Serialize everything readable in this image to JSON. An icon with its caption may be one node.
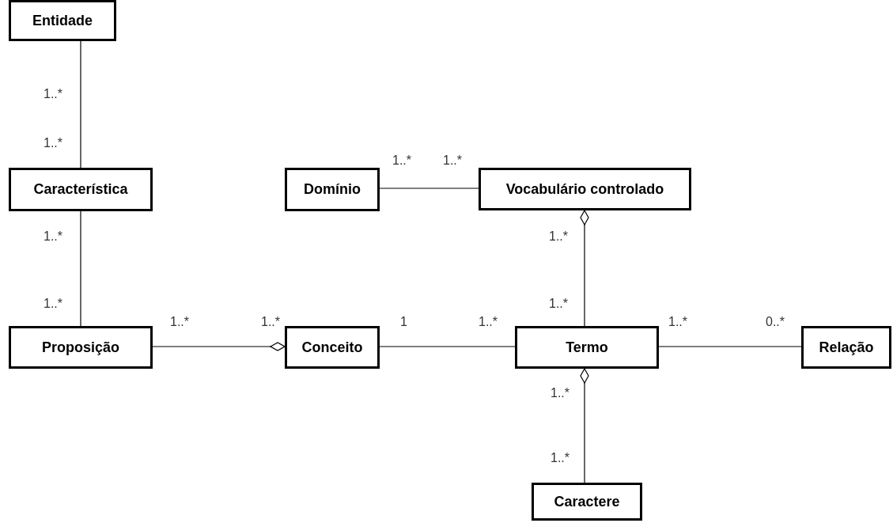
{
  "diagram": {
    "nodes": [
      {
        "text": [
          "Entidade"
        ]
      },
      {
        "text": [
          "Característica"
        ]
      },
      {
        "text": [
          "Domínio"
        ]
      },
      {
        "text": [
          "Vocabulário controlado"
        ]
      },
      {
        "text": [
          "Proposição"
        ]
      },
      {
        "text": [
          "Conceito"
        ]
      },
      {
        "text": [
          "Termo"
        ]
      },
      {
        "text": [
          "Relação"
        ]
      },
      {
        "text": [
          "Caractere"
        ]
      }
    ],
    "edges": [
      {
        "from": 0,
        "to": 1,
        "arrow": "none"
      },
      {
        "from": 1,
        "to": 4,
        "arrow": "none"
      },
      {
        "from": 2,
        "to": 3,
        "arrow": "none"
      },
      {
        "from": 4,
        "to": 5,
        "arrow": "other"
      },
      {
        "from": 5,
        "to": 6,
        "arrow": "none"
      },
      {
        "from": 6,
        "to": 3,
        "arrow": "other"
      },
      {
        "from": 6,
        "to": 7,
        "arrow": "none"
      },
      {
        "from": 8,
        "to": 6,
        "arrow": "other"
      }
    ],
    "labels": [
      "1..*",
      "1..*",
      "1..*",
      "1..*",
      "1..*",
      "1..*",
      "1..*",
      "1..*",
      "1..*",
      "1..*",
      "1",
      "1..*",
      "1..*",
      "0..*",
      "1..*",
      "1..*"
    ]
  }
}
